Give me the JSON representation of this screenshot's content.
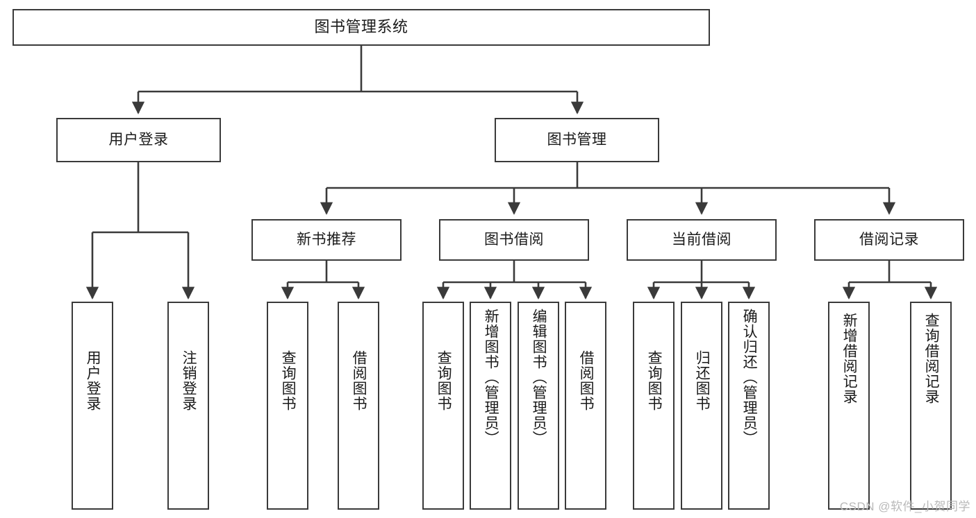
{
  "diagram": {
    "title": "图书管理系统",
    "type": "tree",
    "watermark": "CSDN @软件_小贺同学",
    "colors": {
      "box_border": "#3a3a3a",
      "box_fill": "#ffffff",
      "edge": "#3a3a3a",
      "text": "#1a1a1a",
      "watermark": "#b9b9b9",
      "background": "#ffffff"
    }
  },
  "nodes": {
    "root": {
      "label": "图书管理系统"
    },
    "level2": [
      {
        "id": "user-login",
        "label": "用户登录"
      },
      {
        "id": "book-manage",
        "label": "图书管理"
      }
    ],
    "level3": [
      {
        "id": "new-book-recommend",
        "label": "新书推荐"
      },
      {
        "id": "book-borrow",
        "label": "图书借阅"
      },
      {
        "id": "current-borrow",
        "label": "当前借阅"
      },
      {
        "id": "borrow-record",
        "label": "借阅记录"
      }
    ],
    "leaves": {
      "user_login": [
        {
          "id": "leaf-user-login",
          "label": "用户登录"
        },
        {
          "id": "leaf-logout-login",
          "label": "注销登录"
        }
      ],
      "new_book_recommend": [
        {
          "id": "leaf-query-book-1",
          "label": "查询图书"
        },
        {
          "id": "leaf-borrow-book-1",
          "label": "借阅图书"
        }
      ],
      "book_borrow": [
        {
          "id": "leaf-query-book-2",
          "label": "查询图书"
        },
        {
          "id": "leaf-add-book",
          "label": "新增图书（管理员）"
        },
        {
          "id": "leaf-edit-book",
          "label": "编辑图书（管理员）"
        },
        {
          "id": "leaf-borrow-book-2",
          "label": "借阅图书"
        }
      ],
      "current_borrow": [
        {
          "id": "leaf-query-book-3",
          "label": "查询图书"
        },
        {
          "id": "leaf-return-book",
          "label": "归还图书"
        },
        {
          "id": "leaf-confirm-return",
          "label": "确认归还（管理员）"
        }
      ],
      "borrow_record": [
        {
          "id": "leaf-add-record",
          "label": "新增借阅记录"
        },
        {
          "id": "leaf-query-record",
          "label": "查询借阅记录"
        }
      ]
    }
  }
}
